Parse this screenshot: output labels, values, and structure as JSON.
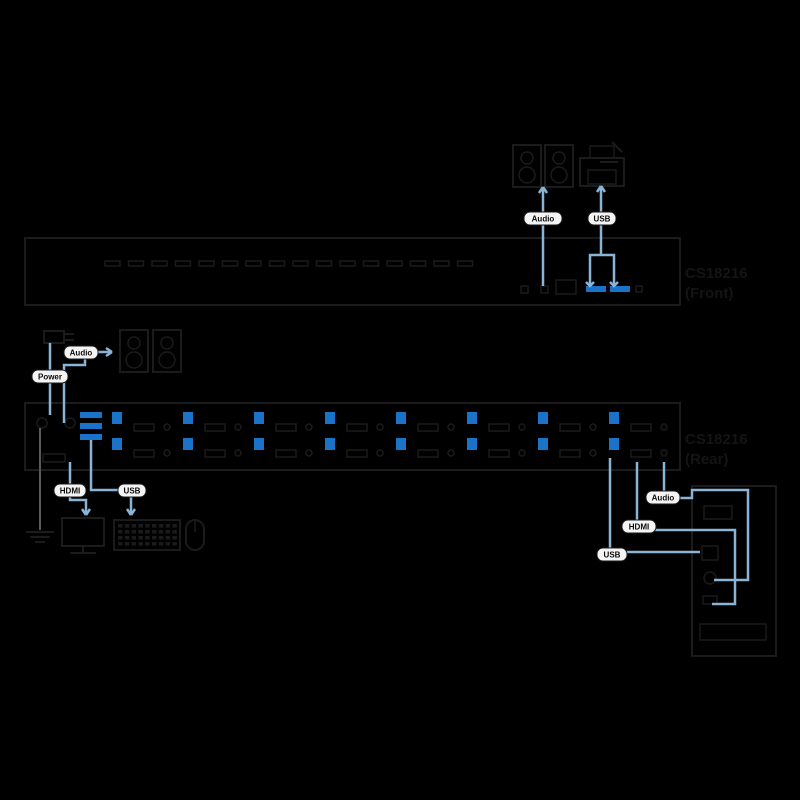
{
  "devices": {
    "front": {
      "model": "CS18216",
      "view": "(Front)"
    },
    "rear": {
      "model": "CS18216",
      "view": "(Rear)"
    }
  },
  "cable_tags": {
    "front_audio": "Audio",
    "front_usb": "USB",
    "rear_power": "Power",
    "rear_audio": "Audio",
    "rear_hdmi": "HDMI",
    "rear_usb": "USB",
    "computer_audio": "Audio",
    "computer_hdmi": "HDMI",
    "computer_usb": "USB"
  },
  "colors": {
    "background": "#000000",
    "cable": "#8ab4d6",
    "usb_port": "#1a73c9"
  }
}
